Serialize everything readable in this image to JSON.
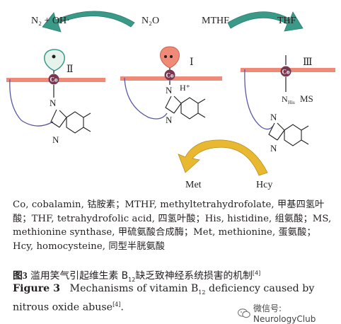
{
  "diagram": {
    "top_left_product": "N₂ + OH·",
    "n2o": "N₂O",
    "mthf": "MTHF",
    "thf": "THF",
    "roman_2": "Ⅱ",
    "roman_1": "Ⅰ",
    "roman_3": "Ⅲ",
    "co": "Co",
    "n": "N",
    "h_plus": "H⁺",
    "n_his": "N",
    "n_his_sub": "His",
    "ms": "MS",
    "met": "Met",
    "hcy": "Hcy",
    "colors": {
      "membrane": "#f08a78",
      "teal_arrow": "#3a9a88",
      "yellow_arrow": "#e8b830",
      "co_ball": "#7a3850",
      "tail_line": "#5858a8",
      "pin_green": "#e6f3ec",
      "pin_red": "#ef8a78"
    }
  },
  "abbreviations": "Co, cobalamin, 钴胺素；MTHF, methyltetrahydrofolate, 甲基四氢叶酸；THF, tetrahydrofolic acid, 四氢叶酸；His, histidine, 组氨酸；MS, methionine synthase, 甲硫氨酸合成酶；Met, methionine, 蛋氨酸；Hcy, homocysteine, 同型半胱氨酸",
  "caption_cn": {
    "label": "图3",
    "text_before": "滥用笑气引起维生素 B",
    "sub": "12",
    "text_after": "缺乏致神经系统损害的机制",
    "ref": "[4]"
  },
  "caption_en": {
    "label": "Figure 3",
    "text_before": "Mechanisms of vitamin B",
    "sub": "12",
    "text_after": " deficiency caused by nitrous oxide abuse",
    "ref": "[4]",
    "end": "."
  },
  "watermark": {
    "text": "微信号: NeurologyClub",
    "icon": "wechat-icon"
  }
}
